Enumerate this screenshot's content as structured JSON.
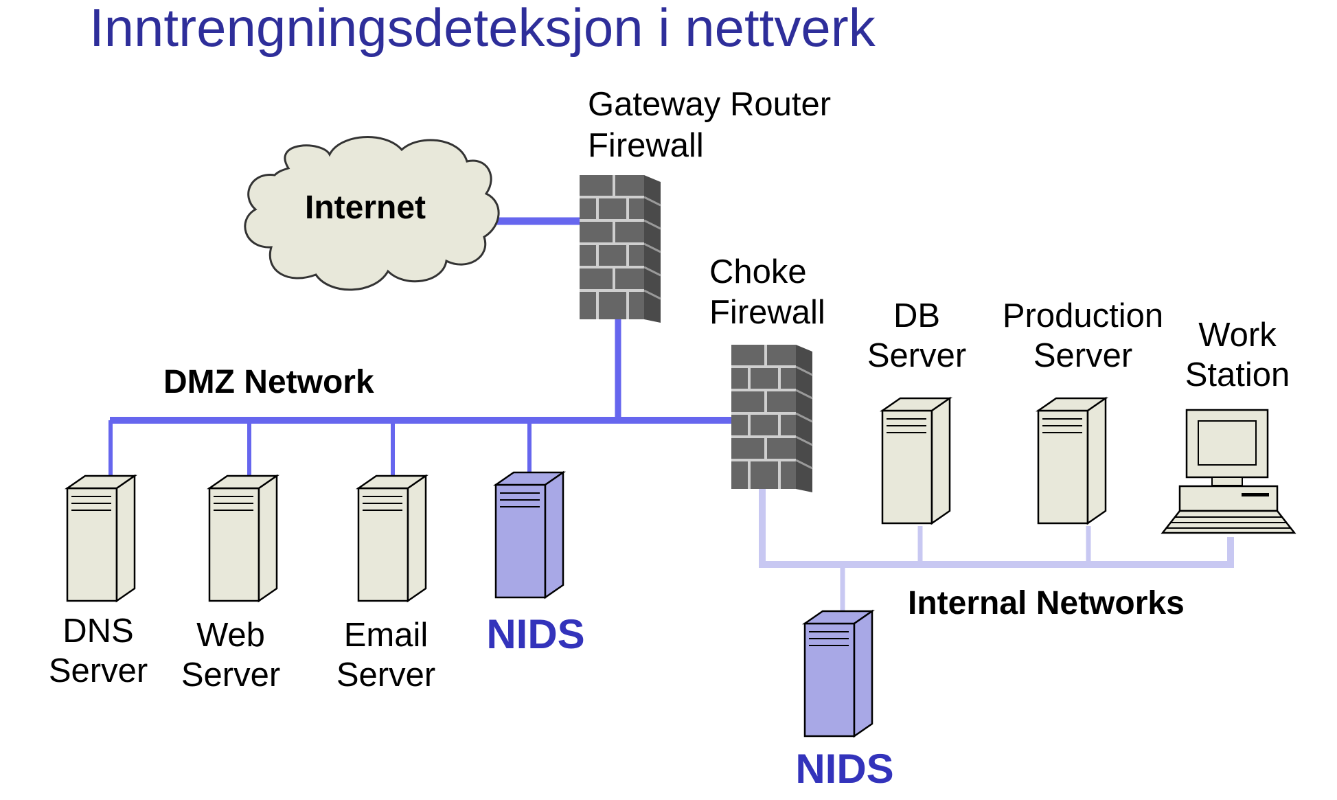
{
  "title": "Inntrengningsdeteksjon i nettverk",
  "colors": {
    "title": "#2e2e9a",
    "dmz_line": "#6666ee",
    "internal_line": "#c8c8f2",
    "nids_text": "#3333bb",
    "server_fill": "#e8e8da",
    "nids_fill": "#a8a8e6",
    "cloud_fill": "#e8e8da",
    "firewall": "#6a6a6a"
  },
  "cloud": {
    "label": "Internet"
  },
  "gateway": {
    "line1": "Gateway Router",
    "line2": "Firewall"
  },
  "choke": {
    "line1": "Choke",
    "line2": "Firewall"
  },
  "dmz_label": "DMZ Network",
  "internal_label": "Internal Networks",
  "dmz_hosts": {
    "dns": {
      "line1": "DNS",
      "line2": "Server"
    },
    "web": {
      "line1": "Web",
      "line2": "Server"
    },
    "email": {
      "line1": "Email",
      "line2": "Server"
    },
    "nids": {
      "label": "NIDS"
    }
  },
  "internal_hosts": {
    "db": {
      "line1": "DB",
      "line2": "Server"
    },
    "production": {
      "line1": "Production",
      "line2": "Server"
    },
    "workstation": {
      "line1": "Work",
      "line2": "Station"
    },
    "nids": {
      "label": "NIDS"
    }
  }
}
